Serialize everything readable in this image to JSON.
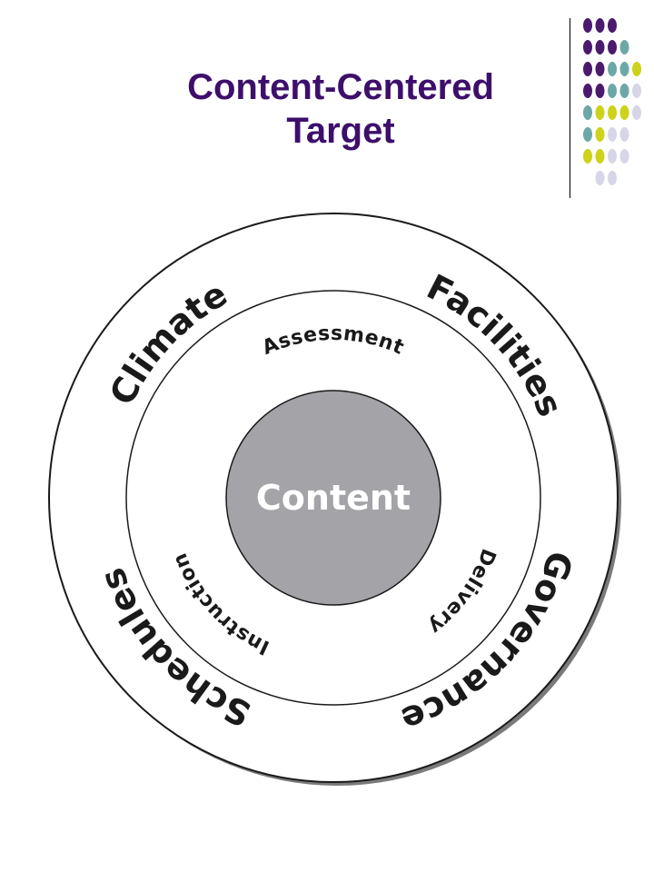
{
  "title": {
    "line1": "Content-Centered",
    "line2": "Target"
  },
  "diagram": {
    "center": "Content",
    "inner_ring": {
      "top": "Assessment",
      "left": "Instruction",
      "right": "Delivery"
    },
    "outer_ring": {
      "top_left": "Climate",
      "top_right": "Facilities",
      "bottom_right": "Governance",
      "bottom_left": "Schedules"
    }
  },
  "colors": {
    "title": "#3d0f6b",
    "center_fill": "#a3a3a8",
    "center_text": "#ffffff",
    "ring_stroke": "#1a1a1a",
    "dot_purple": "#4b1a6e",
    "dot_teal": "#6ea8a6",
    "dot_yellow": "#cdd21a",
    "dot_lavender": "#d6d6e8"
  }
}
